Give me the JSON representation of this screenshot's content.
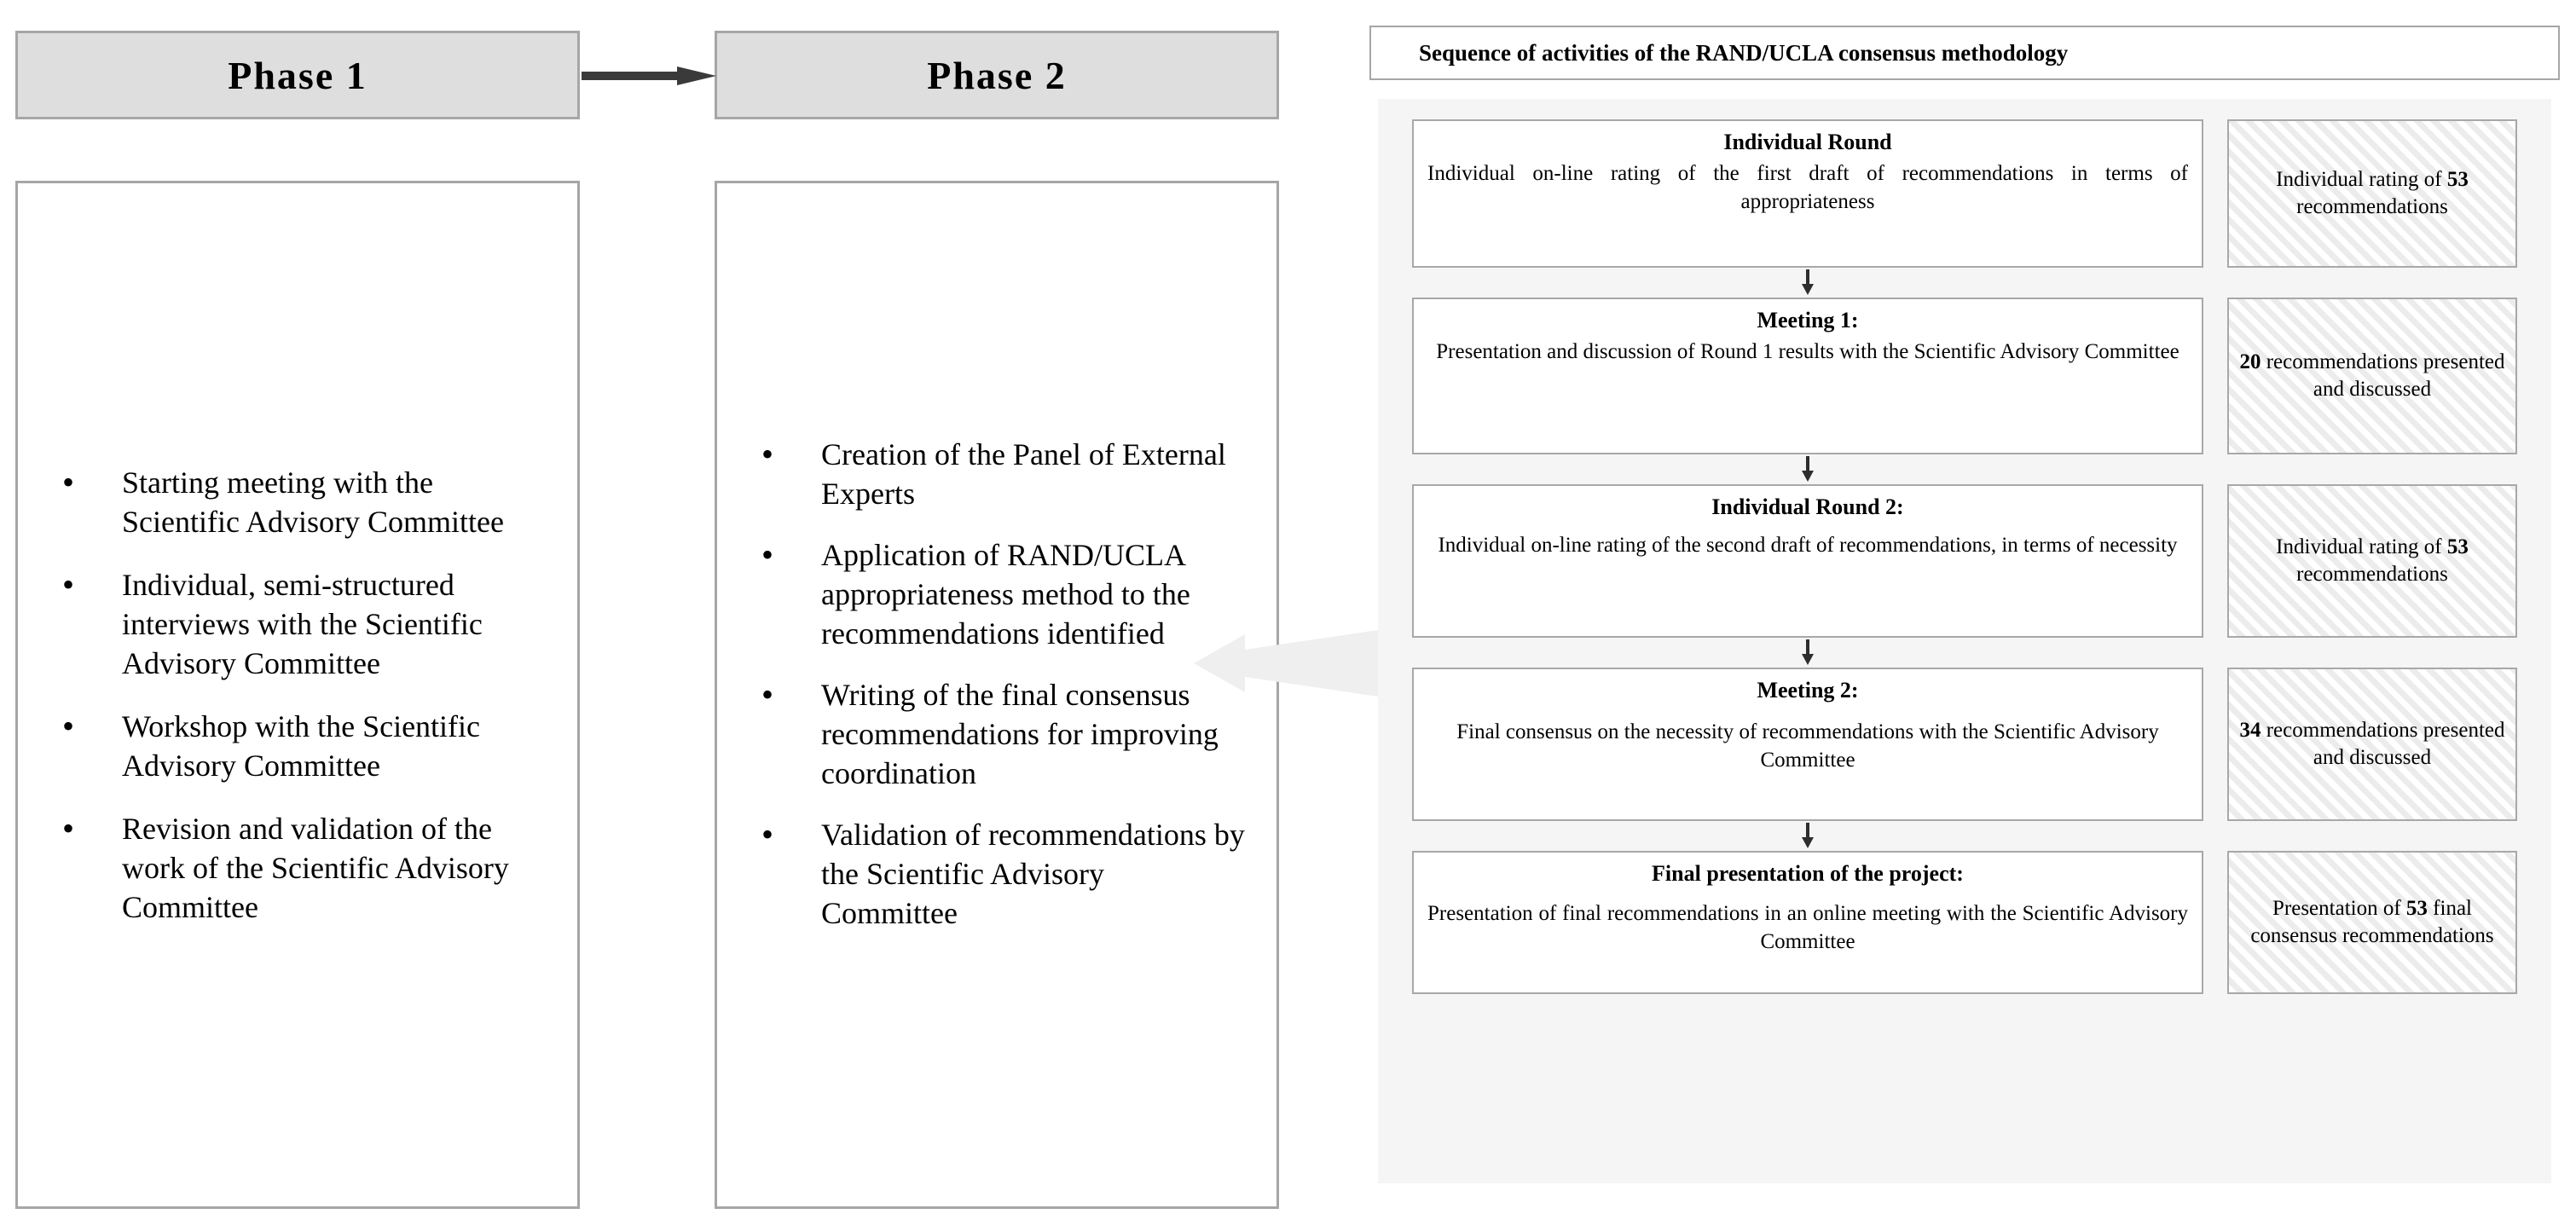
{
  "phases": [
    {
      "header": "Phase 1",
      "items": [
        "Starting meeting with the Scientific Advisory Committee",
        "Individual, semi-structured interviews with the Scientific Advisory Committee",
        "Workshop with the Scientific Advisory Committee",
        "Revision and validation of the work of the Scientific Advisory Committee"
      ]
    },
    {
      "header": "Phase 2",
      "items": [
        "Creation of the Panel of  External Experts",
        "Application of RAND/UCLA appropriateness method to the recommendations identified",
        "Writing of the final consensus recommendations for improving coordination",
        "Validation of recommendations by the Scientific Advisory Committee"
      ]
    }
  ],
  "rand": {
    "title": "Sequence of activities of the RAND/UCLA consensus methodology",
    "steps": [
      {
        "title": "Individual Round",
        "desc": "Individual on-line rating of the first draft of recommendations  in terms of appropriateness",
        "note_prefix": "Individual rating of ",
        "note_number": "53",
        "note_suffix": " recommendations"
      },
      {
        "title": "Meeting 1:",
        "desc": "Presentation and discussion of  Round 1 results with the Scientific Advisory Committee",
        "note_prefix": "",
        "note_number": "20",
        "note_suffix": " recommendations presented and discussed"
      },
      {
        "title": "Individual Round 2:",
        "desc": "Individual on-line rating of the second draft of recommendations,  in terms of necessity",
        "note_prefix": "Individual rating of ",
        "note_number": "53",
        "note_suffix": " recommendations"
      },
      {
        "title": "Meeting 2:",
        "desc": "Final consensus on the necessity of  recommendations with the  Scientific Advisory Committee",
        "note_prefix": "",
        "note_number": "34",
        "note_suffix": " recommendations presented and discussed"
      },
      {
        "title": "Final presentation of the project:",
        "desc": "Presentation of final recommendations in an online meeting with the Scientific Advisory Committee",
        "note_prefix": "Presentation of ",
        "note_number": "53",
        "note_suffix": " final consensus recommendations"
      }
    ]
  },
  "colors": {
    "header_fill": "#dedede",
    "border_gray": "#a6a6a6",
    "panel_fill": "#f5f5f5",
    "hatch_stripe": "#ececec",
    "arrow_dark": "#3a3a3a",
    "arrow_light": "#efefef"
  }
}
